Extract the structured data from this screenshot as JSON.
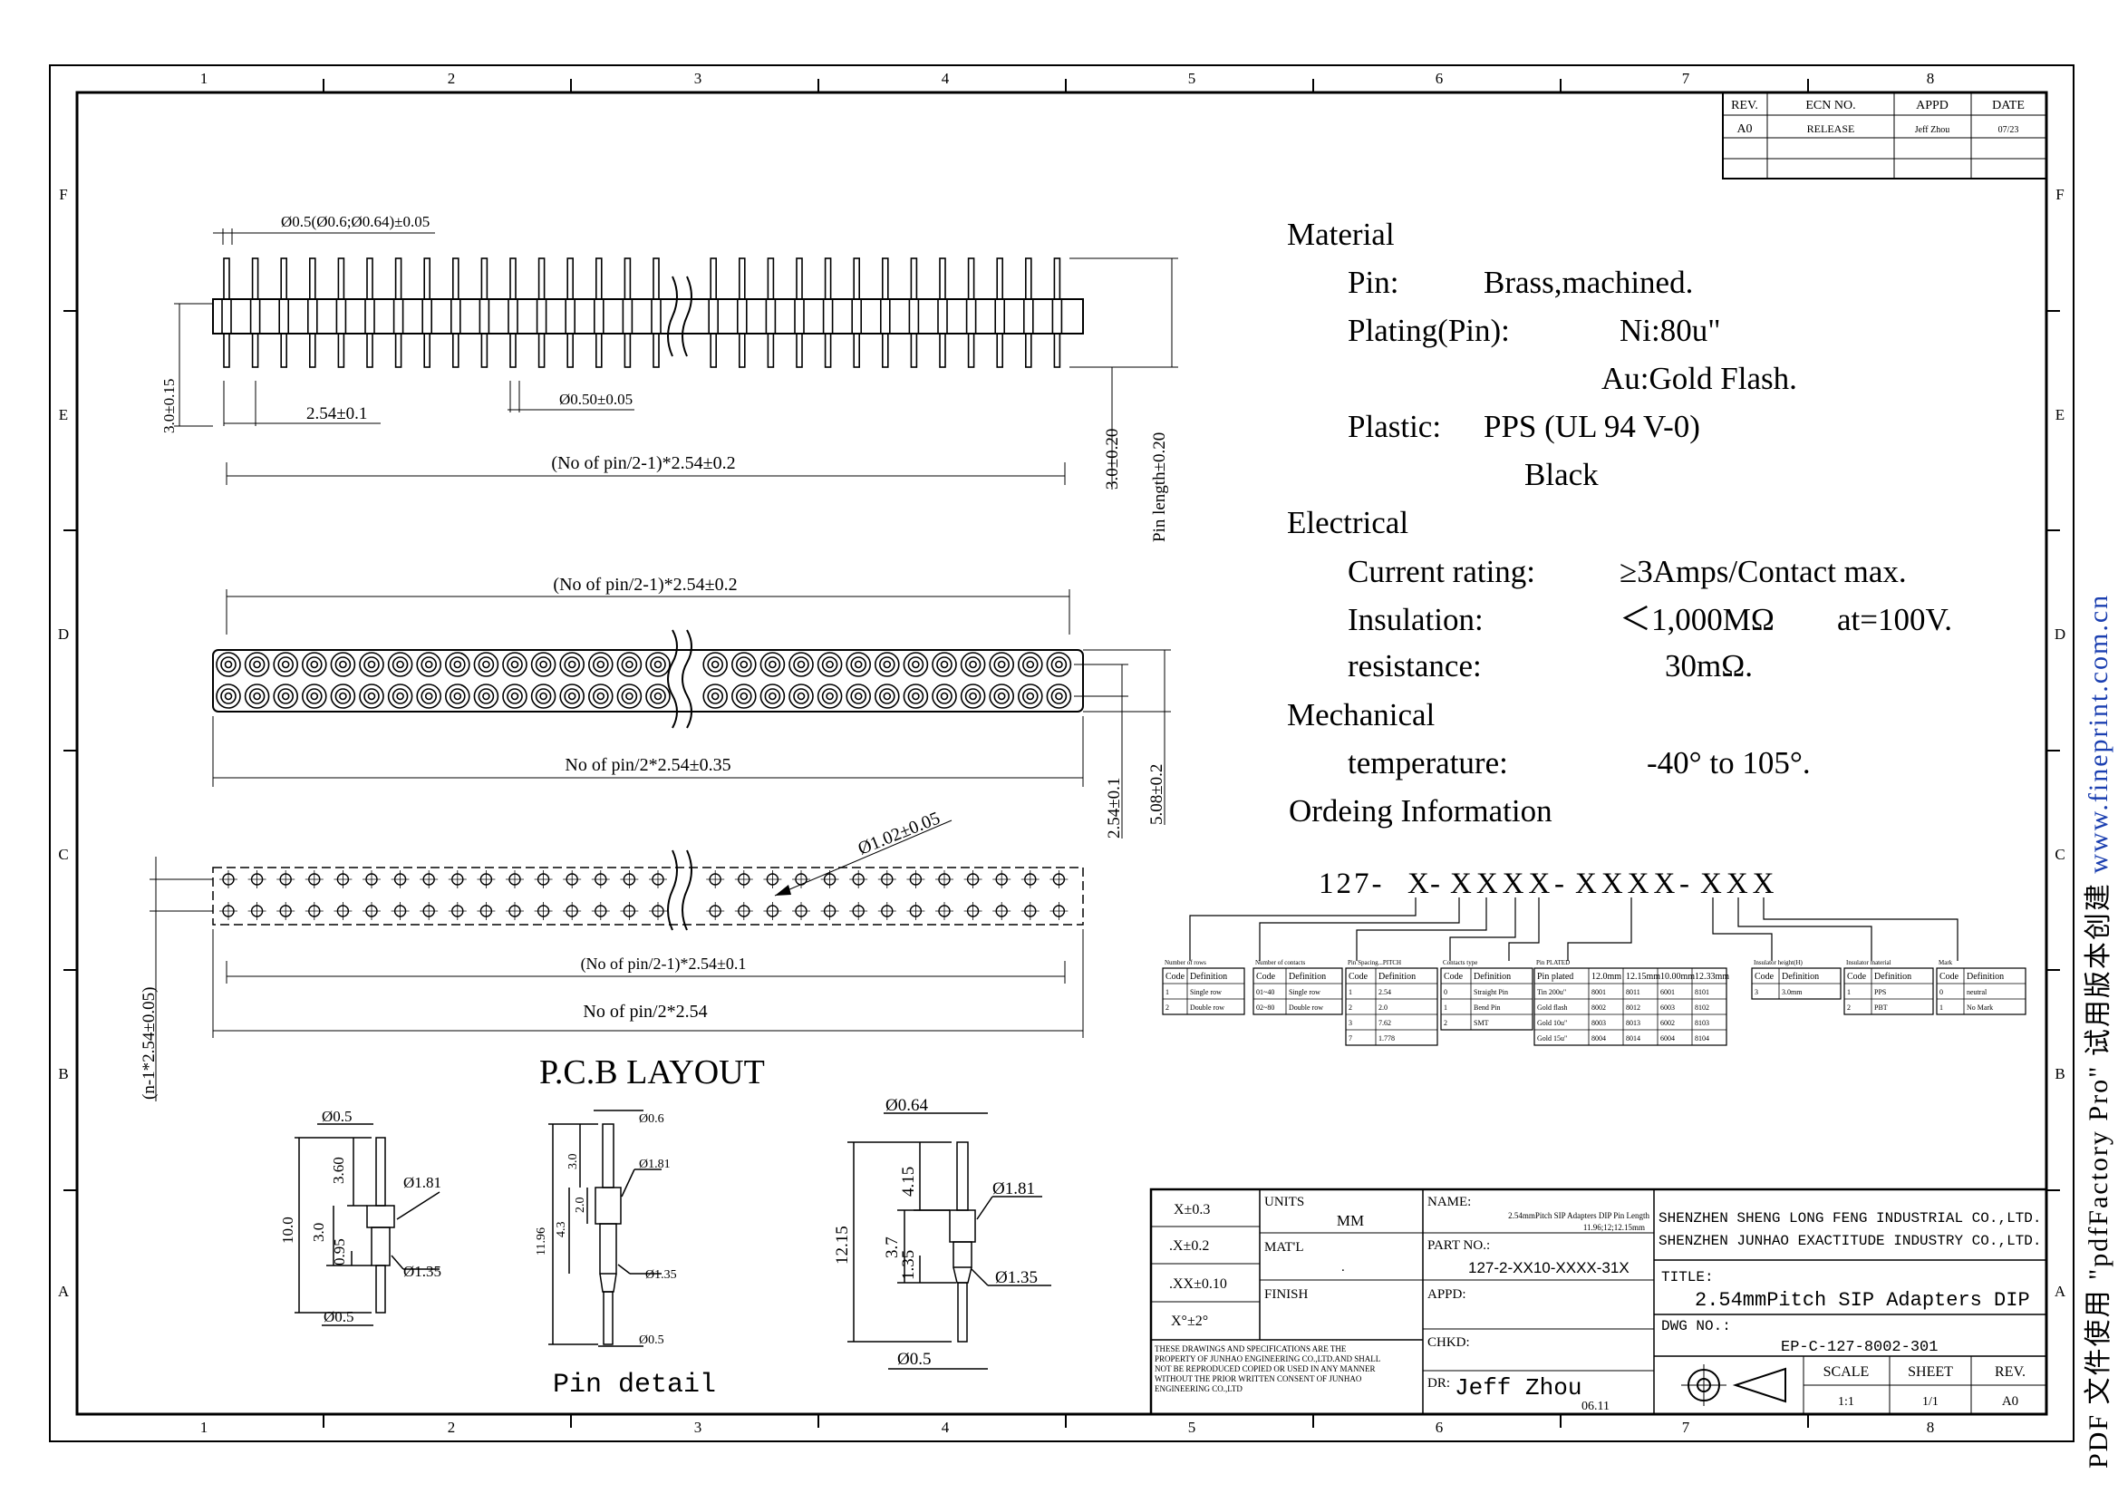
{
  "frame": {
    "columns": [
      "1",
      "2",
      "3",
      "4",
      "5",
      "6",
      "7",
      "8"
    ],
    "rows": [
      "F",
      "E",
      "D",
      "C",
      "B",
      "A"
    ]
  },
  "revision_table": {
    "headers": [
      "REV.",
      "ECN NO.",
      "APPD",
      "DATE"
    ],
    "row": [
      "A0",
      "RELEASE",
      "Jeff Zhou",
      "07/23"
    ]
  },
  "dimensions": {
    "pin_dia": "Ø0.5(Ø0.6;Ø0.64)±0.05",
    "shoulder_h": "3.0±0.15",
    "pitch": "2.54±0.1",
    "body_pin_dia": "Ø0.50±0.05",
    "length_top": "(No of pin/2-1)*2.54±0.2",
    "tail_len": "3.0±0.20",
    "pin_length": "Pin length±0.20",
    "length_mid": "(No of pin/2-1)*2.54±0.2",
    "overall_mid": "No of pin/2*2.54±0.35",
    "row_pitch": "2.54±0.1",
    "width": "5.08±0.2",
    "hole_dia": "Ø1.02±0.05",
    "pcb_pitch_len": "(No of pin/2-1)*2.54±0.1",
    "pcb_overall": "No of pin/2*2.54",
    "pcb_side": "(n-1*2.54±0.05)"
  },
  "pcb_layout_title": "P.C.B LAYOUT",
  "pin_detail_title": "Pin detail",
  "pins": {
    "p1": {
      "top_dia": "Ø0.5",
      "upper": "3.60",
      "flange": "Ø1.81",
      "total": "10.0",
      "mid": "3.0",
      "neck": "0.95",
      "collar": "Ø1.35",
      "tail_dia": "Ø0.5"
    },
    "p2": {
      "top_dia": "Ø0.6",
      "upper": "3.0",
      "flange": "Ø1.81",
      "total": "11.96",
      "mid": "4.3",
      "neck": "2.0",
      "collar": "Ø1.35",
      "tail_dia": "Ø0.5"
    },
    "p3": {
      "top_dia": "Ø0.64",
      "upper": "4.15",
      "flange": "Ø1.81",
      "total": "12.15",
      "mid": "3.7",
      "neck": "1.35",
      "collar": "Ø1.35",
      "tail_dia": "Ø0.5"
    }
  },
  "spec": {
    "material": "Material",
    "pin_label": "Pin:",
    "pin_value": "Brass,machined.",
    "plating_label": "Plating(Pin):",
    "plating_ni": "Ni:80u\"",
    "plating_au": "Au:Gold Flash.",
    "plastic_label": "Plastic:",
    "plastic_value": "PPS (UL 94 V-0)",
    "plastic_color": "Black",
    "electrical": "Electrical",
    "current_label": "Current rating:",
    "current_value": "≥3Amps/Contact max.",
    "insulation_label": "Insulation:",
    "insulation_value": "＜1,000MΩ",
    "insulation_at": "at=100V.",
    "resistance_label": "resistance:",
    "resistance_value": "30mΩ.",
    "mechanical": "Mechanical",
    "temp_label": "temperature:",
    "temp_value": "-40° to 105°.",
    "ordering": "Ordeing Information"
  },
  "part_code": {
    "p1": "127-",
    "p2": "X",
    "p3": "-",
    "p4": "XXXX",
    "p5": "-",
    "p6": "XXXX",
    "p7": "-",
    "p8": "XXX"
  },
  "order_tables": {
    "t1": {
      "title": "Number of rows",
      "headers": [
        "Code",
        "Definition"
      ],
      "rows": [
        [
          "1",
          "Single row"
        ],
        [
          "2",
          "Double row"
        ]
      ]
    },
    "t2": {
      "title": "Number of contacts",
      "headers": [
        "Code",
        "Definition"
      ],
      "rows": [
        [
          "01~40",
          "Single row"
        ],
        [
          "02~80",
          "Double row"
        ]
      ]
    },
    "t3": {
      "title": "Pin Spacing...PITCH",
      "headers": [
        "Code",
        "Definition"
      ],
      "rows": [
        [
          "1",
          "2.54"
        ],
        [
          "2",
          "2.0"
        ],
        [
          "3",
          "7.62"
        ],
        [
          "7",
          "1.778"
        ]
      ]
    },
    "t4": {
      "title": "Contacts type",
      "headers": [
        "Code",
        "Definition"
      ],
      "rows": [
        [
          "0",
          "Straight Pin"
        ],
        [
          "1",
          "Bend Pin"
        ],
        [
          "2",
          "SMT"
        ]
      ]
    },
    "t5": {
      "title": "Pin PLATED",
      "headers": [
        "Pin plated",
        "12.0mm",
        "12.15mm",
        "10.00mm",
        "12.33mm"
      ],
      "rows": [
        [
          "Tin 200u\"",
          "8001",
          "8011",
          "6001",
          "8101"
        ],
        [
          "Gold flash",
          "8002",
          "8012",
          "6003",
          "8102"
        ],
        [
          "Gold 10u\"",
          "8003",
          "8013",
          "6002",
          "8103"
        ],
        [
          "Gold 15u\"",
          "8004",
          "8014",
          "6004",
          "8104"
        ]
      ]
    },
    "t6": {
      "title": "Insulator height(H)",
      "headers": [
        "Code",
        "Definition"
      ],
      "rows": [
        [
          "3",
          "3.0mm"
        ]
      ]
    },
    "t7": {
      "title": "Insulator material",
      "headers": [
        "Code",
        "Definition"
      ],
      "rows": [
        [
          "1",
          "PPS"
        ],
        [
          "2",
          "PBT"
        ]
      ]
    },
    "t8": {
      "title": "Mark",
      "headers": [
        "Code",
        "Definition"
      ],
      "rows": [
        [
          "0",
          "neutral"
        ],
        [
          "1",
          "No Mark"
        ]
      ]
    }
  },
  "title_block": {
    "tol1": "X±0.3",
    "tol2": ".X±0.2",
    "tol3": ".XX±0.10",
    "tol4": "X°±2°",
    "units_label": "UNITS",
    "units_value": "MM",
    "matl_label": "MAT'L",
    "matl_value": ".",
    "finish_label": "FINISH",
    "name_label": "NAME:",
    "name_value1": "2.54mmPitch SIP Adapters DIP Pin Length",
    "name_value2": "11.96;12;12.15mm",
    "partno_label": "PART NO.:",
    "partno_value": "127-2-XX10-XXXX-31X",
    "appd_label": "APPD:",
    "chkd_label": "CHKD:",
    "dr_label": "DR:",
    "dr_value": "Jeff Zhou",
    "dr_date": "06.11",
    "company1": "SHENZHEN SHENG LONG FENG INDUSTRIAL CO.,LTD.",
    "company2": "SHENZHEN JUNHAO EXACTITUDE INDUSTRY CO.,LTD.",
    "title_label": "TITLE:",
    "title_value": "2.54mmPitch SIP Adapters DIP",
    "dwg_label": "DWG NO.:",
    "dwg_value": "EP-C-127-8002-301",
    "scale_label": "SCALE",
    "scale_value": "1:1",
    "sheet_label": "SHEET",
    "sheet_value": "1/1",
    "rev_label": "REV.",
    "rev_value": "A0",
    "disclaimer": [
      "THESE DRAWINGS AND SPECIFICATIONS ARE THE",
      "PROPERTY OF JUNHAO ENGINEERING CO.,LTD.AND SHALL",
      "NOT BE REPRODUCED COPIED OR USED IN ANY MANNER",
      "WITHOUT THE PRIOR WRITTEN CONSENT OF JUNHAO",
      "ENGINEERING CO.,LTD"
    ]
  },
  "watermark": {
    "text": "PDF 文件使用 \"pdfFactory Pro\" 试用版本创建 ",
    "url": "www.fineprint.com.cn"
  }
}
